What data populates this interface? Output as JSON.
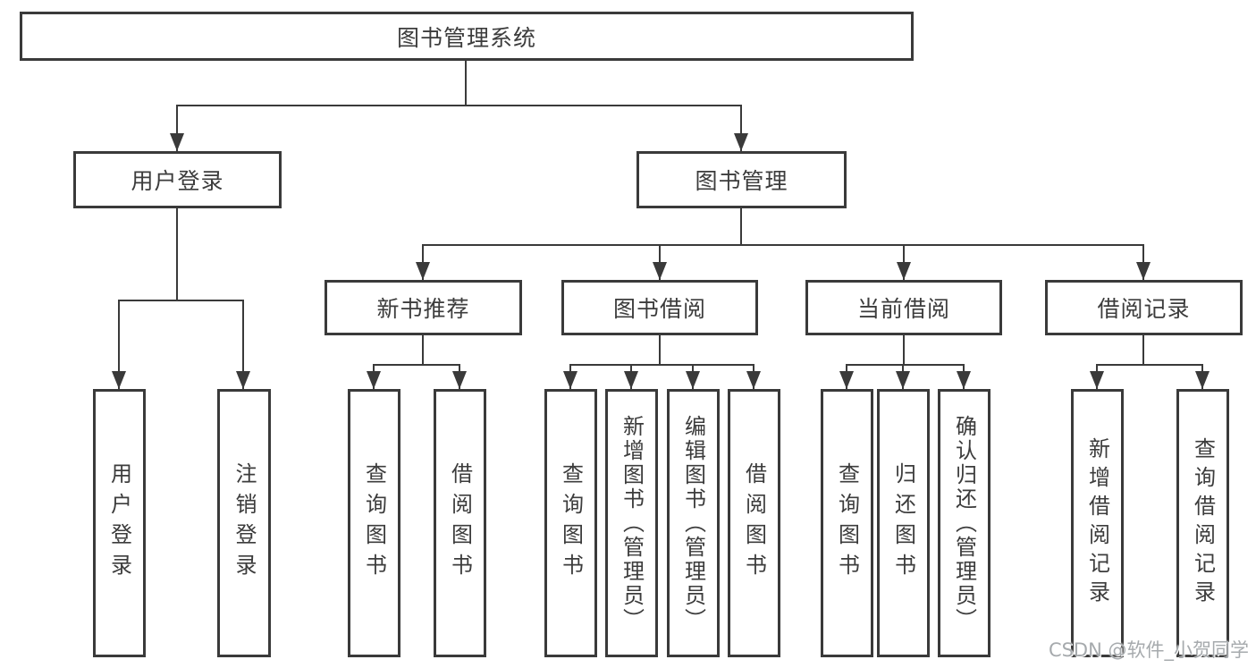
{
  "tree": {
    "root": {
      "label": "图书管理系统"
    },
    "branches": [
      {
        "label": "用户登录",
        "leaves": [
          {
            "label": "用户登录"
          },
          {
            "label": "注销登录"
          }
        ]
      },
      {
        "label": "图书管理",
        "groups": [
          {
            "label": "新书推荐",
            "leaves": [
              {
                "label": "查询图书"
              },
              {
                "label": "借阅图书"
              }
            ]
          },
          {
            "label": "图书借阅",
            "leaves": [
              {
                "label": "查询图书"
              },
              {
                "label": "新增图书（管理员）"
              },
              {
                "label": "编辑图书（管理员）"
              },
              {
                "label": "借阅图书"
              }
            ]
          },
          {
            "label": "当前借阅",
            "leaves": [
              {
                "label": "查询图书"
              },
              {
                "label": "归还图书"
              },
              {
                "label": "确认归还（管理员）"
              }
            ]
          },
          {
            "label": "借阅记录",
            "leaves": [
              {
                "label": "新增借阅记录"
              },
              {
                "label": "查询借阅记录"
              }
            ]
          }
        ]
      }
    ]
  },
  "watermark": {
    "text": "CSDN @软件_小贺同学"
  },
  "colors": {
    "line": "#3a3a3a",
    "box_border": "#3a3a3a",
    "text": "#3c3c3c",
    "watermark": "#a6aaad",
    "background": "#ffffff"
  }
}
